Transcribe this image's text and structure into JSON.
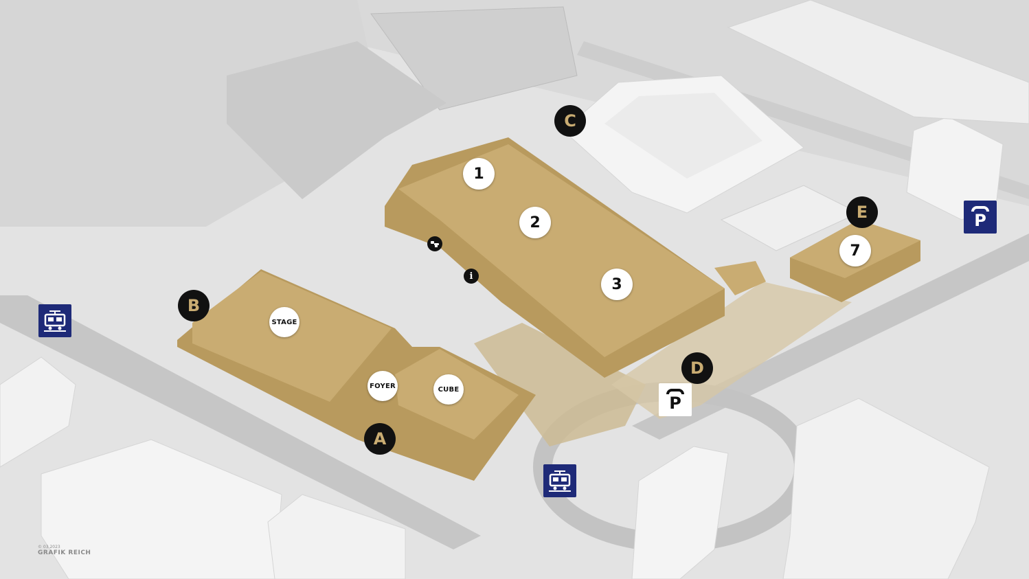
{
  "map": {
    "colors": {
      "background": "#d9d9d9",
      "ground": "#e6e6e6",
      "grass": "#d3d3d3",
      "road": "#c9c9c9",
      "building_gray": "#f2f2f2",
      "building_gold": "#b89a5e",
      "building_gold_top": "#c9ac72",
      "plaza_gold": "#cdbb94",
      "marker_dark": "#111111",
      "transit_blue": "#1e2a78"
    },
    "numbered_markers": [
      {
        "label": "1"
      },
      {
        "label": "2"
      },
      {
        "label": "3"
      },
      {
        "label": "7"
      }
    ],
    "letter_markers": [
      {
        "label": "A"
      },
      {
        "label": "B"
      },
      {
        "label": "C"
      },
      {
        "label": "D"
      },
      {
        "label": "E"
      }
    ],
    "venue_labels": [
      {
        "label": "STAGE"
      },
      {
        "label": "FOYER"
      },
      {
        "label": "CUBE"
      }
    ],
    "info_marker": {
      "label": "i"
    },
    "icons": [
      "tram-icon",
      "parking-icon",
      "information-icon",
      "toilet-icon"
    ],
    "parking": [
      {
        "label": "P",
        "style": "blue"
      },
      {
        "label": "P",
        "style": "white"
      }
    ],
    "tram_stops": [
      {
        "name": "tram-stop-west"
      },
      {
        "name": "tram-stop-south"
      }
    ],
    "credit": {
      "date": "© 03.2023",
      "brand": "GRAFIK REICH"
    }
  }
}
